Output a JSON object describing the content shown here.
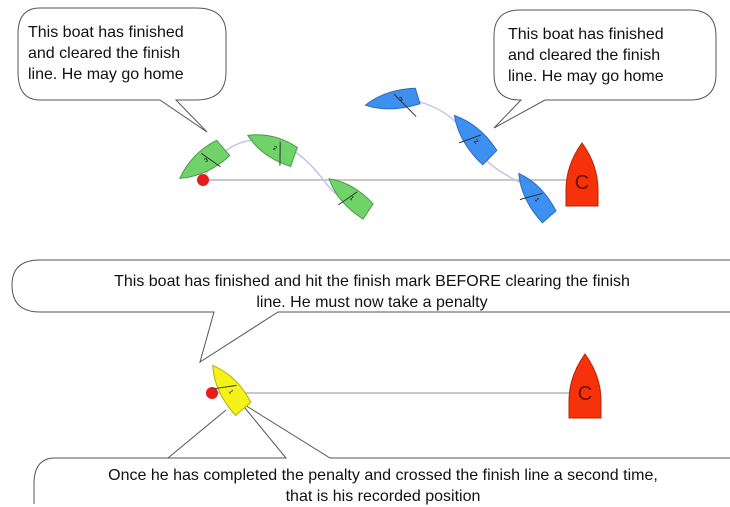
{
  "callouts": {
    "top_left": "This boat has finished\nand cleared the  finish\nline. He may go home",
    "top_right": "This boat has finished\nand cleared the  finish\nline. He may go home",
    "middle": "This boat has finished and  hit the finish mark BEFORE clearing the finish\nline. He must now take a penalty",
    "bottom": "Once he has completed the penalty and crossed the finish line a second time,\nthat is his recorded position"
  },
  "committee_boat_letter": "C",
  "boat_numbers": {
    "green": [
      "3",
      "2",
      "1"
    ],
    "blue": [
      "3",
      "2",
      "1"
    ],
    "yellow": "1"
  },
  "colors": {
    "green_boat": "#6fd36a",
    "blue_boat": "#3d8ff0",
    "yellow_boat": "#f4f21a",
    "committee_boat": "#f5320a",
    "finish_mark": "#e61b1b",
    "track": "#c9c0ea",
    "finish_line": "#c8c8c8"
  }
}
